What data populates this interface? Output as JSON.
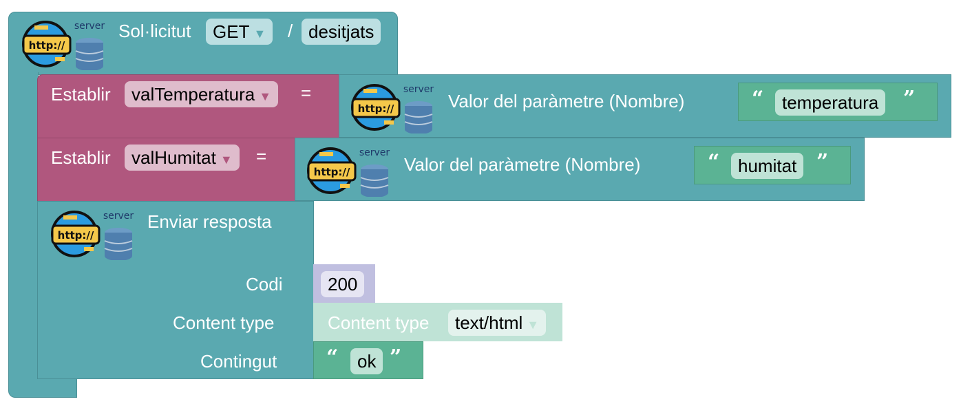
{
  "request_block": {
    "label": "Sol·licitut",
    "method": "GET",
    "separator": "/",
    "path": "desitjats",
    "icon": "http-server-icon"
  },
  "set_blocks": [
    {
      "label": "Establir",
      "variable": "valTemperatura",
      "equals": "=",
      "value_label": "Valor del paràmetre (Nombre)",
      "param": "temperatura"
    },
    {
      "label": "Establir",
      "variable": "valHumitat",
      "equals": "=",
      "value_label": "Valor del paràmetre (Nombre)",
      "param": "humitat"
    }
  ],
  "response_block": {
    "label": "Enviar resposta",
    "code_label": "Codi",
    "code": "200",
    "ctype_label": "Content type",
    "ctype_block_label": "Content type",
    "ctype_value": "text/html",
    "content_label": "Contingut",
    "content": "ok"
  },
  "icon_text": {
    "http": "http://",
    "server": "server"
  },
  "colors": {
    "teal": "#5aa9b0",
    "pink": "#b0577e",
    "number": "#c0bfe0",
    "content_type": "#bfe3d6",
    "text": "#5bb394"
  }
}
